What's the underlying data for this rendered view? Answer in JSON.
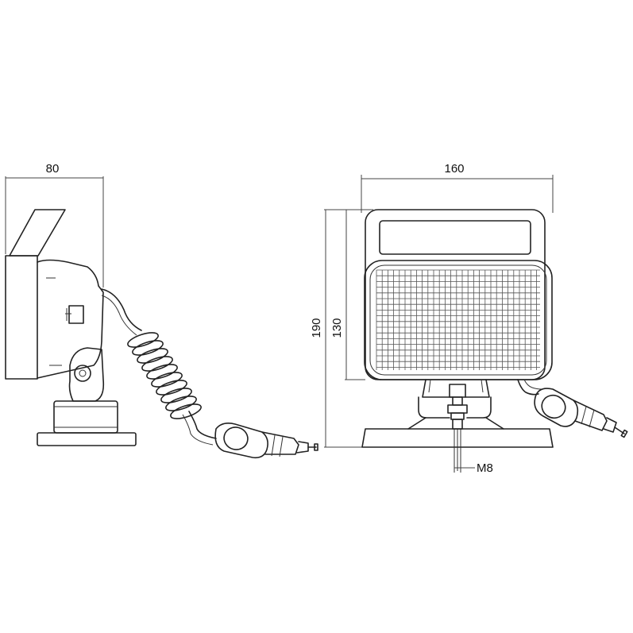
{
  "dimensions": {
    "side_depth": "80",
    "front_width": "160",
    "total_height": "190",
    "lamp_height": "130",
    "bolt_thread": "M8"
  }
}
